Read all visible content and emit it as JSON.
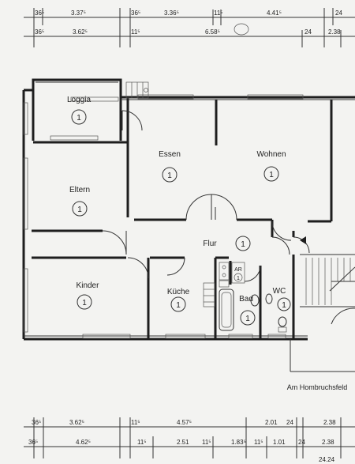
{
  "rooms": [
    {
      "label": "Loggia",
      "number": "1"
    },
    {
      "label": "Eltern",
      "number": "1"
    },
    {
      "label": "Essen",
      "number": "1"
    },
    {
      "label": "Wohnen",
      "number": "1"
    },
    {
      "label": "Flur",
      "number": "1"
    },
    {
      "label": "Kinder",
      "number": "1"
    },
    {
      "label": "Küche",
      "number": "1"
    },
    {
      "label": "Bad",
      "number": "1"
    },
    {
      "label": "WC",
      "number": "1"
    }
  ],
  "fixture_label": "AR",
  "fixture_number": "1",
  "street_label": "Am Hombruchsfeld",
  "dims": {
    "top1": [
      "36⁵",
      "3.37⁵",
      "36⁵",
      "3.36⁵",
      "11⁵",
      "4.41⁵",
      "24"
    ],
    "top2": [
      "36⁵",
      "3.62⁵",
      "11⁵",
      "6.58⁵",
      "24",
      "2.38"
    ],
    "bot1": [
      "36⁵",
      "3.62⁵",
      "11⁵",
      "4.57⁵",
      "2.01",
      "24",
      "2.38"
    ],
    "bot2": [
      "36⁵",
      "4.62⁵",
      "11⁵",
      "2.51",
      "11⁵",
      "1.83⁵",
      "11⁵",
      "1.01",
      "24",
      "2.38"
    ],
    "bot3": [
      "24.24"
    ]
  }
}
